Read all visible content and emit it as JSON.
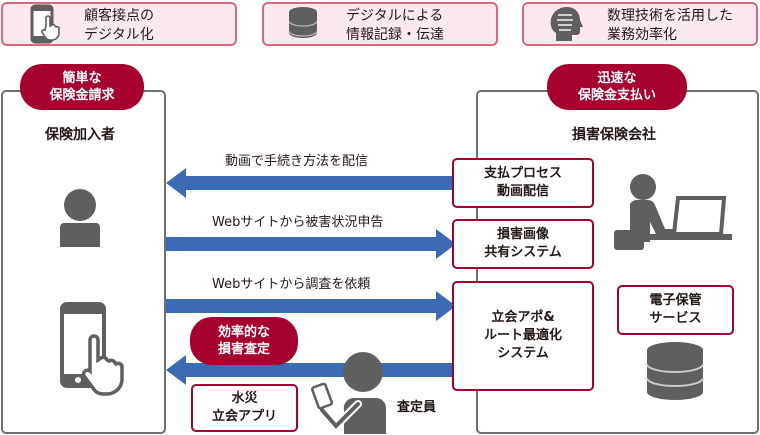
{
  "colors": {
    "accent": "#a6002f",
    "top_box_fill": "#fbe9ef",
    "top_box_border": "#d96a7e",
    "arrow": "#3b6bb5",
    "icon_gray": "#5f5f5f",
    "panel_border": "#707070"
  },
  "top_features": [
    {
      "icon": "smartphone-tap-icon",
      "line1": "顧客接点の",
      "line2": "デジタル化"
    },
    {
      "icon": "database-icon",
      "line1": "デジタルによる",
      "line2": "情報記録・伝達"
    },
    {
      "icon": "head-brain-icon",
      "line1": "数理技術を活用した",
      "line2": "業務効率化"
    }
  ],
  "left_panel": {
    "badge_line1": "簡単な",
    "badge_line2": "保険金請求",
    "title": "保険加入者"
  },
  "right_panel": {
    "badge_line1": "迅速な",
    "badge_line2": "保険金支払い",
    "title": "損害保険会社"
  },
  "arrows": [
    {
      "direction": "left",
      "label": "動画で手続き方法を配信"
    },
    {
      "direction": "right",
      "label": "Webサイトから被害状況申告"
    },
    {
      "direction": "right",
      "label": "Webサイトから調査を依頼"
    },
    {
      "direction": "left",
      "label": ""
    }
  ],
  "systems": [
    {
      "line1": "支払プロセス",
      "line2": "動画配信"
    },
    {
      "line1": "損害画像",
      "line2": "共有システム"
    },
    {
      "line1": "立会アポ&",
      "line2": "ルート最適化",
      "line3": "システム"
    }
  ],
  "storage": {
    "line1": "電子保管",
    "line2": "サービス"
  },
  "assessment_badge": {
    "line1": "効率的な",
    "line2": "損害査定"
  },
  "water_app": {
    "line1": "水災",
    "line2": "立会アプリ"
  },
  "adjuster_label": "査定員"
}
